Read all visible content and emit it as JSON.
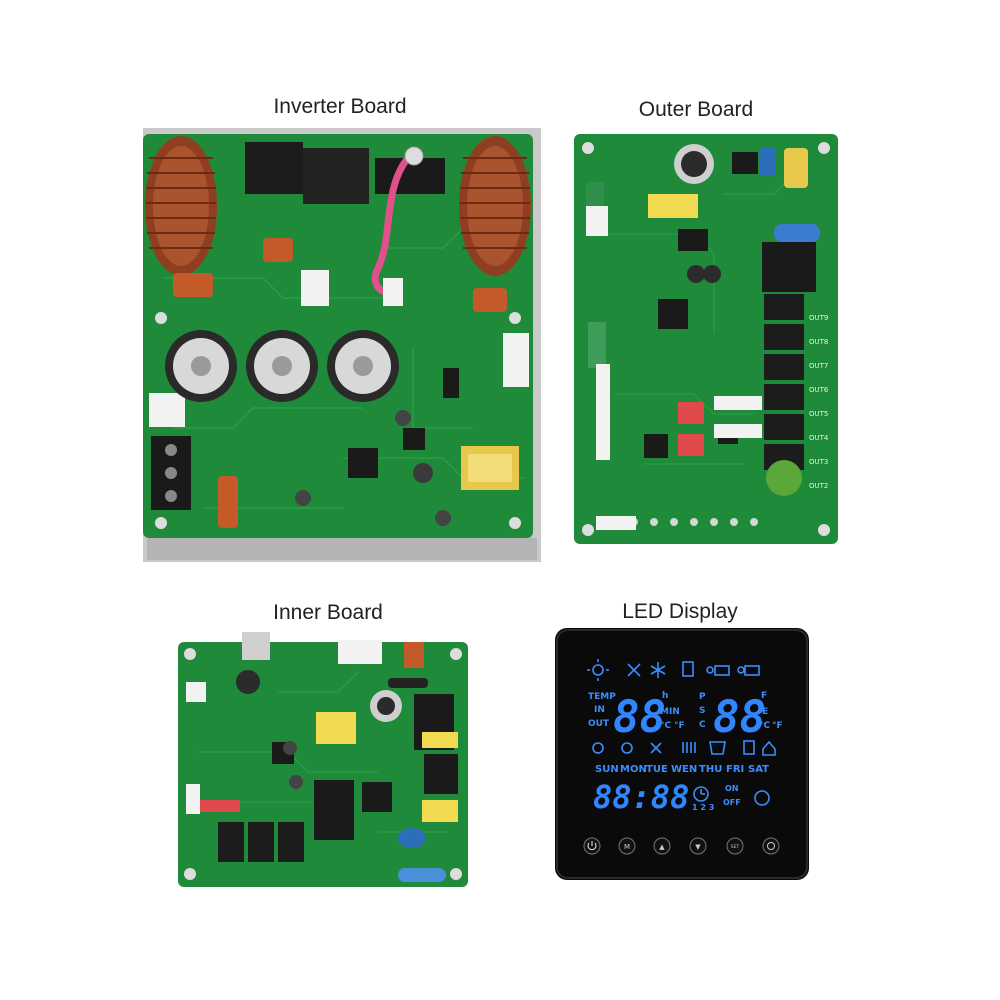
{
  "captions": {
    "inverter": "Inverter Board",
    "outer": "Outer Board",
    "inner": "Inner Board",
    "led": "LED Display"
  },
  "colors": {
    "pcb_green": "#1f8a3a",
    "pcb_dark": "#137030",
    "heatsink": "#c8c8c8",
    "copper": "#9b4a2a",
    "relay_black": "#1c1c1c",
    "lcd_blue": "#2f86ff",
    "lcd_bg": "#0a0a0a"
  },
  "led_display": {
    "left_labels": [
      "TEMP",
      "IN",
      "OUT"
    ],
    "left_digits": "88",
    "left_units": [
      "h",
      "MIN",
      "°C",
      "°F"
    ],
    "mid_labels": [
      "P",
      "S",
      "C"
    ],
    "right_digits": "88",
    "right_units": [
      "F",
      "E",
      "°C",
      "°F"
    ],
    "days": [
      "SUN",
      "MON",
      "TUE",
      "WEN",
      "THU",
      "FRI",
      "SAT"
    ],
    "clock_digits": "88:88",
    "timer_numbers": "1 2 3",
    "on_label": "ON",
    "off_label": "OFF",
    "button_icons": [
      "power-icon",
      "mode-icon",
      "up-icon",
      "down-icon",
      "set-icon",
      "clock-icon"
    ],
    "button_labels": [
      "",
      "M",
      "▲",
      "▼",
      "SET",
      ""
    ]
  },
  "outer_board": {
    "out_labels": [
      "OUT9",
      "OUT8",
      "OUT7",
      "OUT6",
      "OUT5",
      "OUT4",
      "OUT3",
      "OUT2"
    ]
  }
}
